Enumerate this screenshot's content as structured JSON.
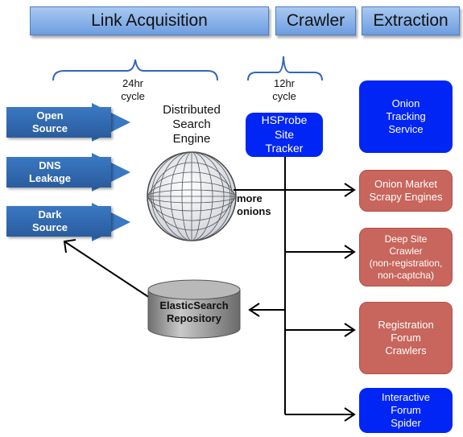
{
  "headers": {
    "link_acquisition": "Link Acquisition",
    "crawler": "Crawler",
    "extraction": "Extraction"
  },
  "cycles": {
    "link_cycle": "24hr\ncycle",
    "crawler_cycle": "12hr\ncycle"
  },
  "sources": [
    {
      "label": "Open\nSource"
    },
    {
      "label": "DNS\nLeakage"
    },
    {
      "label": "Dark\nSource"
    }
  ],
  "search_engine_label": "Distributed\nSearch\nEngine",
  "more_onions": "more\nonions",
  "hsprobe": "HSProbe\nSite\nTracker",
  "repository": "ElasticSearch\nRepository",
  "extraction_blocks": {
    "onion_tracking": "Onion\nTracking\nService",
    "market_scrapy": "Onion Market\nScrapy Engines",
    "deep_site": "Deep Site\nCrawler\n(non-registration,\nnon-captcha)",
    "registration_forum": "Registration\nForum\nCrawlers",
    "interactive_forum": "Interactive\nForum\nSpider"
  },
  "colors": {
    "header_fill": "#8fb6ea",
    "source_fill": "#2f6bb3",
    "blue_block": "#0025f5",
    "red_block": "#c8655c",
    "cylinder": "#9a9a9a"
  }
}
